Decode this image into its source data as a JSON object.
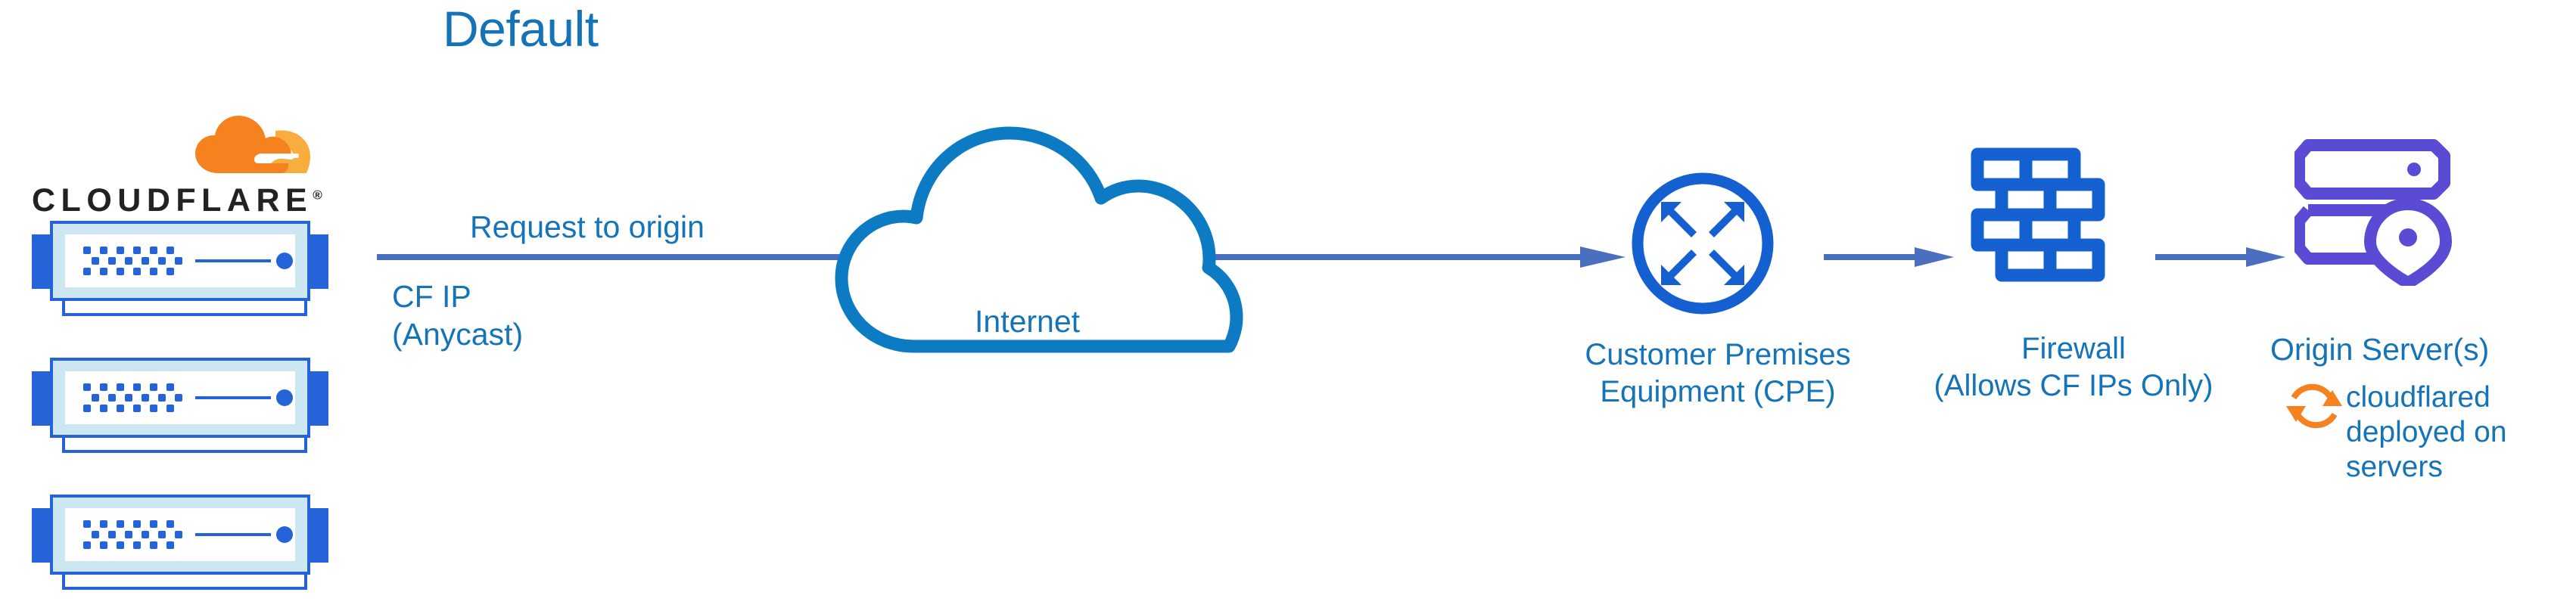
{
  "diagram": {
    "title": "Default",
    "type": "network-architecture-flow",
    "background": "#ffffff"
  },
  "colors": {
    "title_blue": "#1573b8",
    "label_blue": "#1573b8",
    "cloud_outline_blue": "#0d7bc4",
    "icon_bright_blue": "#1560d0",
    "arrow_blue": "#4a6fc0",
    "origin_purple": "#5b4ad4",
    "cloudflare_orange": "#f6821f",
    "cloudflare_orange_light": "#faad3f",
    "rack_frame_blue": "#2563d9",
    "rack_inner_blue": "#cce6f2",
    "wordmark_black": "#222222"
  },
  "cloudflare_group": {
    "logo_mark": "cloudflare-cloud-logo",
    "wordmark": "CLOUDFLARE",
    "registered_mark": "®",
    "racks": [
      {
        "name": "cloudflare-edge-server-1"
      },
      {
        "name": "cloudflare-edge-server-2"
      },
      {
        "name": "cloudflare-edge-server-3"
      }
    ]
  },
  "flow_labels": {
    "request_to_origin": "Request to origin",
    "cf_ip_line1": "CF IP",
    "cf_ip_line2": "(Anycast)"
  },
  "nodes": [
    {
      "id": "internet",
      "label": "Internet",
      "icon": "cloud-outline-icon"
    },
    {
      "id": "cpe",
      "label_line1": "Customer Premises",
      "label_line2": "Equipment (CPE)",
      "icon": "router-four-arrows-icon"
    },
    {
      "id": "firewall",
      "label_line1": "Firewall",
      "label_line2": "(Allows CF IPs Only)",
      "icon": "brick-wall-icon"
    },
    {
      "id": "origin",
      "label": "Origin Server(s)",
      "icon": "server-stack-location-pin-icon",
      "note_line1": "cloudflared",
      "note_line2": "deployed on",
      "note_line3": "servers",
      "note_icon": "sync-refresh-icon"
    }
  ],
  "connectors": [
    {
      "id": "edge-to-cpe",
      "from": "cloudflare-edge",
      "to": "cpe",
      "style": "solid-arrow"
    },
    {
      "id": "cpe-to-firewall",
      "from": "cpe",
      "to": "firewall",
      "style": "solid-arrow"
    },
    {
      "id": "firewall-to-origin",
      "from": "firewall",
      "to": "origin",
      "style": "solid-arrow"
    }
  ]
}
